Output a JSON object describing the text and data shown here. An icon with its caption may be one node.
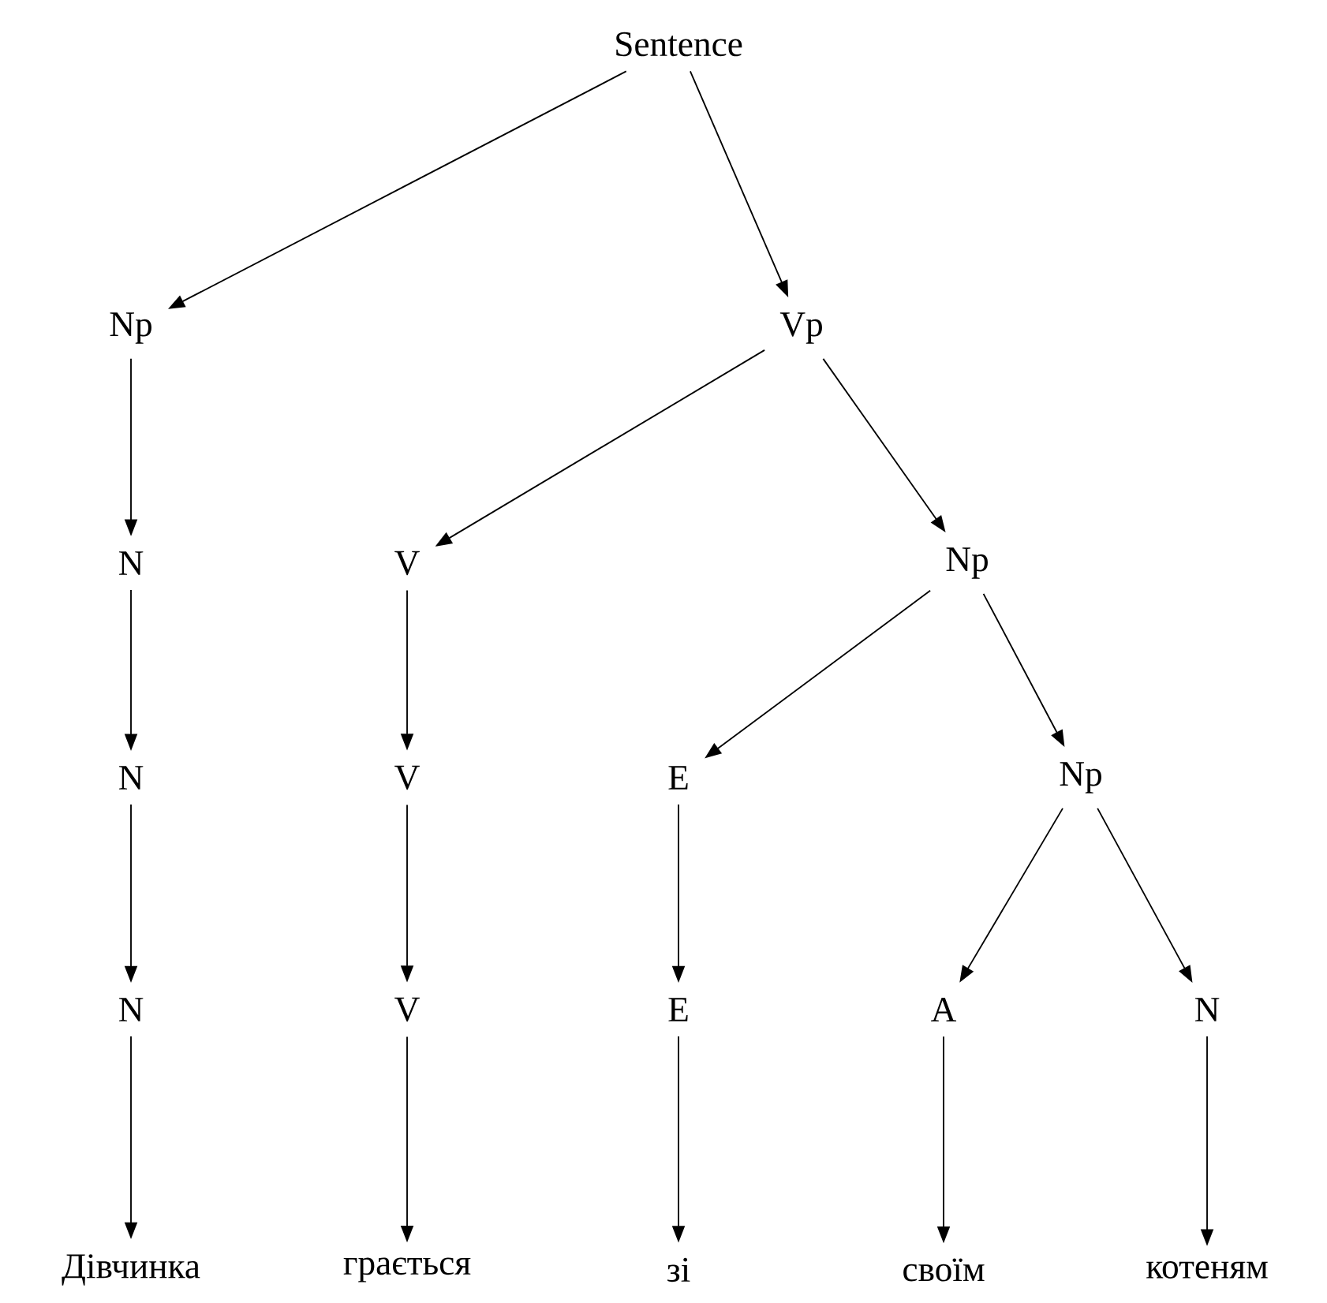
{
  "diagram": {
    "nodes": [
      {
        "text": [
          "Sentence"
        ]
      },
      {
        "text": [
          "Np"
        ]
      },
      {
        "text": [
          "Vp"
        ]
      },
      {
        "text": [
          "N"
        ]
      },
      {
        "text": [
          "V"
        ]
      },
      {
        "text": [
          "Np"
        ]
      },
      {
        "text": [
          "N"
        ]
      },
      {
        "text": [
          "V"
        ]
      },
      {
        "text": [
          "E"
        ]
      },
      {
        "text": [
          "Np"
        ]
      },
      {
        "text": [
          "N"
        ]
      },
      {
        "text": [
          "V"
        ]
      },
      {
        "text": [
          "E"
        ]
      },
      {
        "text": [
          "A"
        ]
      },
      {
        "text": [
          "N"
        ]
      },
      {
        "text": [
          "Дівчинка"
        ]
      },
      {
        "text": [
          "грається"
        ]
      },
      {
        "text": [
          "зі"
        ]
      },
      {
        "text": [
          "своїм"
        ]
      },
      {
        "text": [
          "котеням"
        ]
      }
    ],
    "edges": [
      {
        "from": 0,
        "to": 1,
        "arrow": "to"
      },
      {
        "from": 0,
        "to": 2,
        "arrow": "to"
      },
      {
        "from": 1,
        "to": 3,
        "arrow": "to"
      },
      {
        "from": 2,
        "to": 4,
        "arrow": "to"
      },
      {
        "from": 2,
        "to": 5,
        "arrow": "to"
      },
      {
        "from": 3,
        "to": 6,
        "arrow": "to"
      },
      {
        "from": 4,
        "to": 7,
        "arrow": "to"
      },
      {
        "from": 5,
        "to": 8,
        "arrow": "to"
      },
      {
        "from": 5,
        "to": 9,
        "arrow": "to"
      },
      {
        "from": 6,
        "to": 10,
        "arrow": "to"
      },
      {
        "from": 7,
        "to": 11,
        "arrow": "to"
      },
      {
        "from": 8,
        "to": 12,
        "arrow": "to"
      },
      {
        "from": 9,
        "to": 13,
        "arrow": "to"
      },
      {
        "from": 9,
        "to": 14,
        "arrow": "to"
      },
      {
        "from": 10,
        "to": 15,
        "arrow": "to"
      },
      {
        "from": 11,
        "to": 16,
        "arrow": "to"
      },
      {
        "from": 12,
        "to": 17,
        "arrow": "to"
      },
      {
        "from": 13,
        "to": 18,
        "arrow": "to"
      },
      {
        "from": 14,
        "to": 19,
        "arrow": "to"
      }
    ]
  }
}
